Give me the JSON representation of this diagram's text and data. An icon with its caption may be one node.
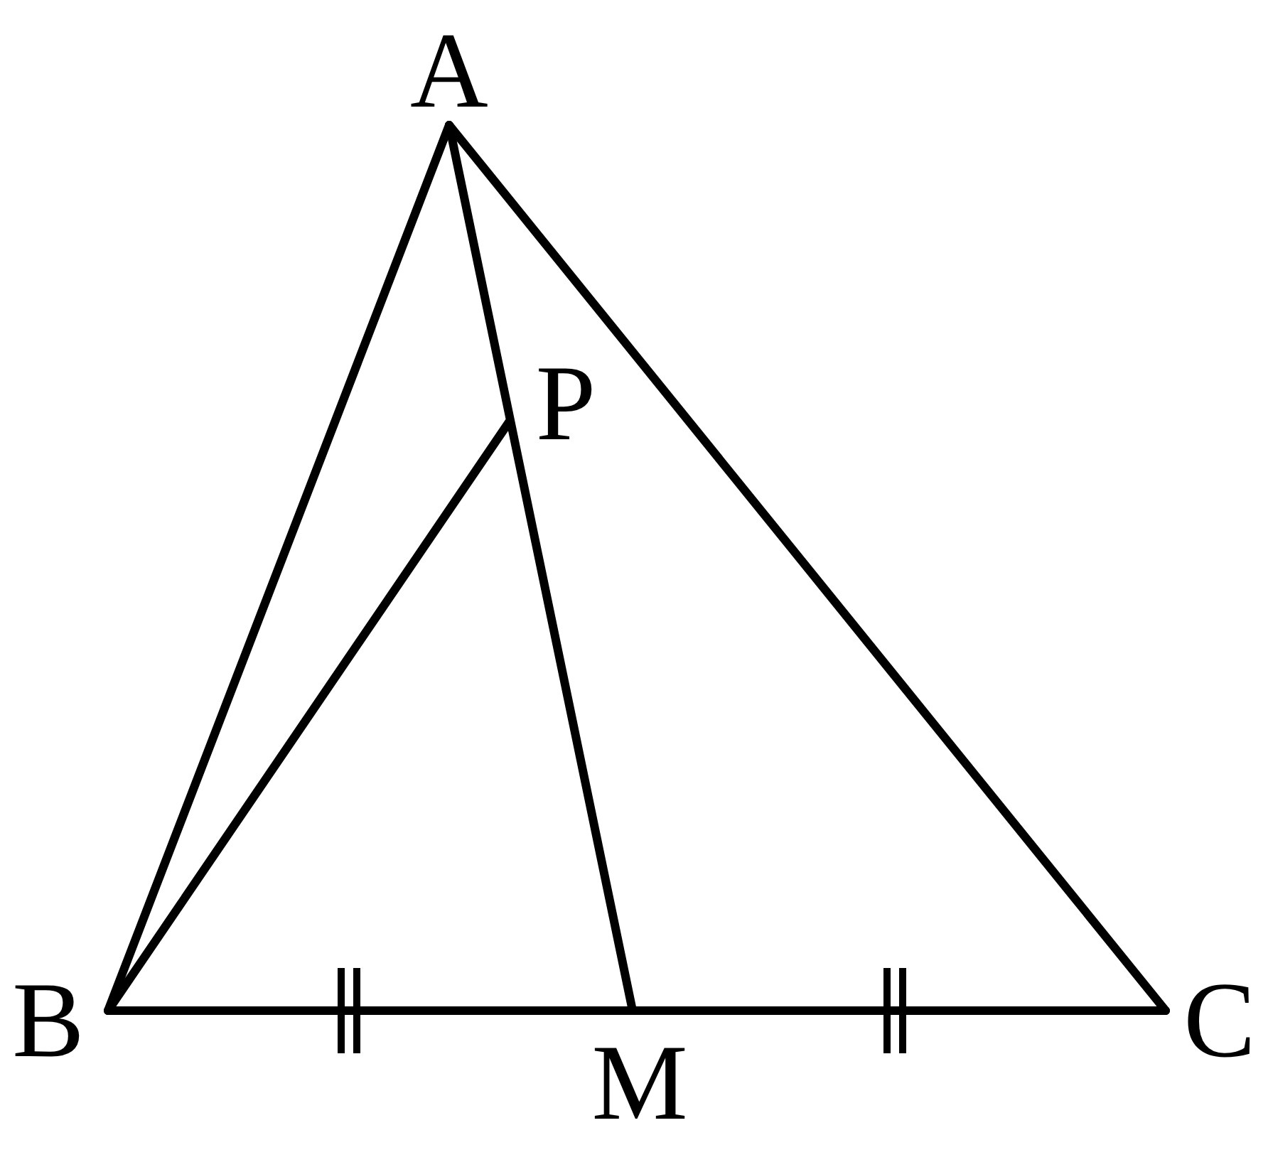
{
  "diagram": {
    "nodes": [
      {
        "text": [
          "A"
        ]
      },
      {
        "text": [
          "P"
        ]
      },
      {
        "text": [
          "B"
        ]
      },
      {
        "text": [
          "M"
        ]
      },
      {
        "text": [
          "C"
        ]
      }
    ],
    "edges": [
      {
        "from": 0,
        "to": 2,
        "arrow": "none"
      },
      {
        "from": 0,
        "to": 4,
        "arrow": "none"
      },
      {
        "from": 2,
        "to": 3,
        "arrow": "none"
      },
      {
        "from": 3,
        "to": 4,
        "arrow": "none"
      },
      {
        "from": 0,
        "to": 3,
        "arrow": "none"
      },
      {
        "from": 2,
        "to": 1,
        "arrow": "none"
      }
    ]
  }
}
